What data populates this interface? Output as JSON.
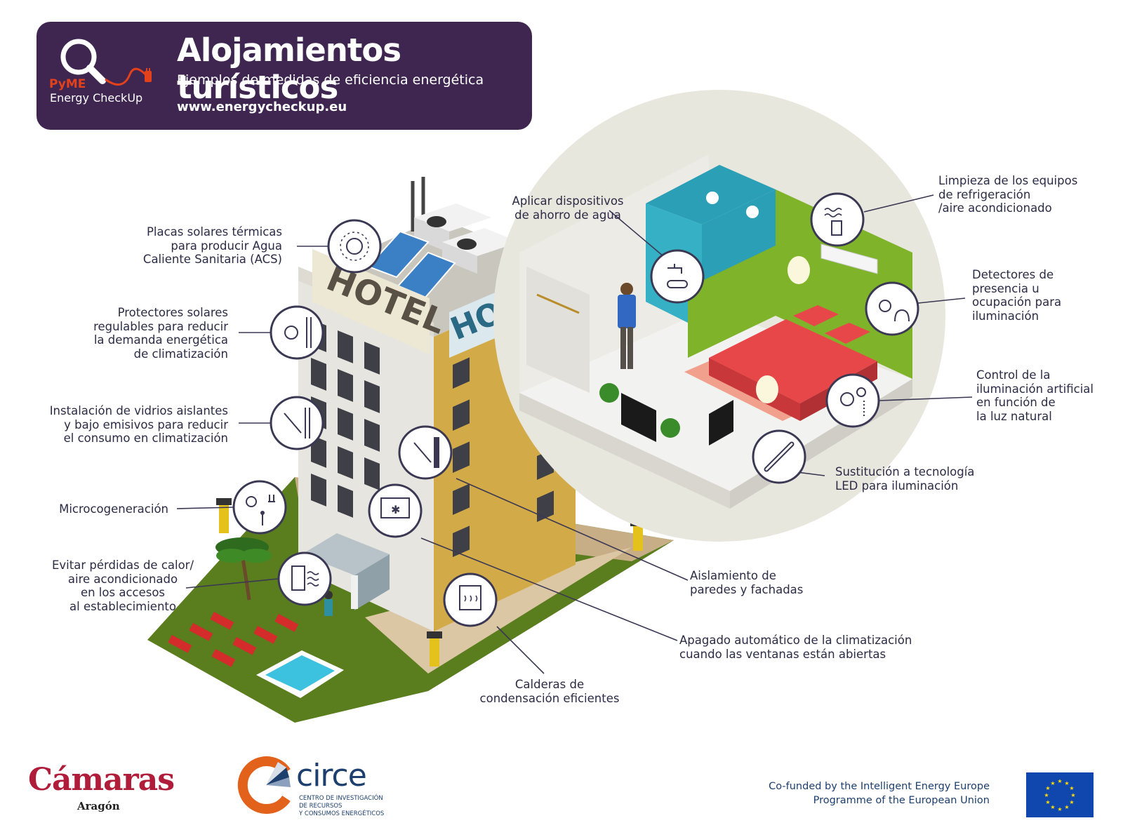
{
  "header": {
    "title": "Alojamientos turísticos",
    "subtitle": "Ejemplos de medidas de eficiencia energética",
    "url": "www.energycheckup.eu",
    "logo_pyme": "PyME",
    "logo_name": "Energy CheckUp"
  },
  "building": {
    "sign_front": "HOTEL",
    "sign_side": "HO"
  },
  "measures": {
    "solar_thermal": "Placas solares térmicas\npara producir Agua\nCaliente Sanitaria (ACS)",
    "solar_shading": "Protectores solares\nregulables para reducir\nla demanda energética\nde climatización",
    "glazing": "Instalación de vidrios aislantes\ny bajo emisivos para reducir\nel consumo en climatización",
    "microcogeneration": "Microcogeneración",
    "door_losses": "Evitar pérdidas de calor/\naire acondicionado\nen los accesos\nal establecimiento",
    "condensing_boilers": "Calderas de\ncondensación eficientes",
    "window_auto_off": "Apagado automático de la climatización\ncuando las ventanas están abiertas",
    "wall_insulation": "Aislamiento de\nparedes y fachadas",
    "led": "Sustitución a tecnología\nLED para iluminación",
    "daylight_control": "Control de la\niluminación artificial\nen función de\nla luz natural",
    "presence_detectors": "Detectores de\npresencia u\nocupación para\niluminación",
    "ac_cleaning": "Limpieza de los equipos\nde refrigeración\n/aire acondicionado",
    "water_saving": "Aplicar dispositivos\nde ahorro de agua"
  },
  "footer": {
    "camaras": "Cámaras",
    "camaras_sub": "Aragón",
    "circe": "circe",
    "circe_sub": "CENTRO DE INVESTIGACIÓN\nDE RECURSOS\nY CONSUMOS ENERGÉTICOS",
    "eu_text": "Co-funded by the Intelligent Energy Europe\nProgramme of the European Union"
  },
  "colors": {
    "header_bg": "#3e2651",
    "brand_red": "#e2411b",
    "grass": "#5a7d1e",
    "bedspread": "#e8474a",
    "wall_green": "#7fb32a",
    "tile_blue": "#2aa0b6",
    "eu_blue": "#0f47af",
    "eu_gold": "#ffdd00"
  }
}
